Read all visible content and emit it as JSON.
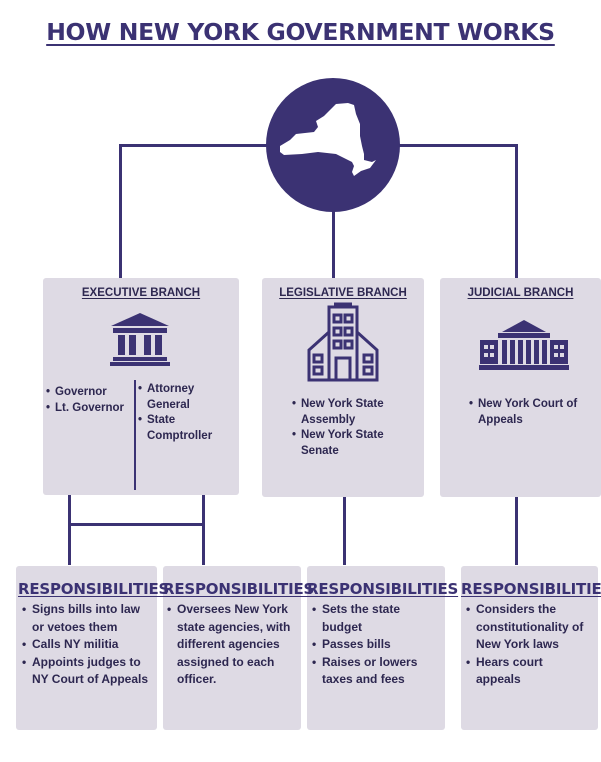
{
  "title": "HOW NEW YORK GOVERNMENT WORKS",
  "colors": {
    "primary": "#3b3273",
    "box": "#dedae4",
    "text": "#2d2750"
  },
  "center_icon": "new-york-state-map-icon",
  "branches": {
    "executive": {
      "title": "EXECUTIVE BRANCH",
      "icon": "government-building-icon",
      "left_items": [
        "Governor",
        "Lt. Governor"
      ],
      "right_items": [
        "Attorney General",
        "State Comptroller"
      ]
    },
    "legislative": {
      "title": "LEGISLATIVE BRANCH",
      "icon": "capitol-building-icon",
      "items": [
        "New York State Assembly",
        "New York State Senate"
      ]
    },
    "judicial": {
      "title": "JUDICIAL BRANCH",
      "icon": "courthouse-icon",
      "items": [
        "New York Court of Appeals"
      ]
    }
  },
  "responsibilities": [
    {
      "title": "RESPONSIBILITIES",
      "items": [
        "Signs bills into law or vetoes them",
        "Calls NY militia",
        "Appoints judges to NY Court of Appeals"
      ]
    },
    {
      "title": "RESPONSIBILITIES",
      "items": [
        "Oversees New York state agencies, with different agencies assigned to each officer."
      ]
    },
    {
      "title": "RESPONSIBILITIES",
      "items": [
        "Sets the state budget",
        "Passes bills",
        "Raises or lowers taxes and fees"
      ]
    },
    {
      "title": "RESPONSIBILITIES",
      "items": [
        "Considers the constitutionality of New York laws",
        "Hears court appeals"
      ]
    }
  ]
}
